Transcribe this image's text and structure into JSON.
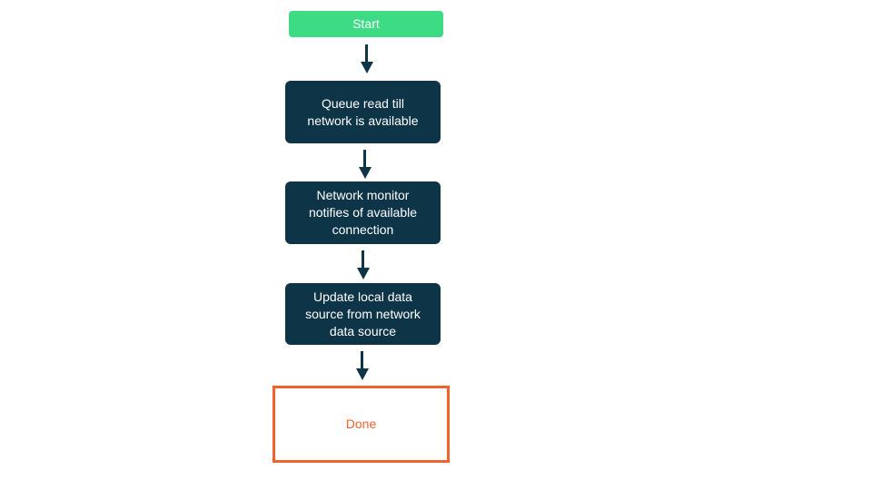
{
  "diagram": {
    "type": "flowchart",
    "direction": "top-down",
    "nodes": [
      {
        "id": "start",
        "type": "start",
        "label": "Start"
      },
      {
        "id": "queue",
        "type": "process",
        "label": "Queue read till\nnetwork is available"
      },
      {
        "id": "monitor",
        "type": "process",
        "label": "Network monitor\nnotifies of available\nconnection"
      },
      {
        "id": "update",
        "type": "process",
        "label": "Update local data\nsource from network\ndata source"
      },
      {
        "id": "done",
        "type": "terminal",
        "label": "Done"
      }
    ],
    "edges": [
      {
        "from": "start",
        "to": "queue"
      },
      {
        "from": "queue",
        "to": "monitor"
      },
      {
        "from": "monitor",
        "to": "update"
      },
      {
        "from": "update",
        "to": "done"
      }
    ],
    "colors": {
      "background": "#ffffff",
      "start_bg": "#3ddc84",
      "process_bg": "#0e3447",
      "node_text": "#ffffff",
      "end_border": "#f2622b",
      "end_text": "#f2622b",
      "arrow": "#0e3447"
    }
  }
}
